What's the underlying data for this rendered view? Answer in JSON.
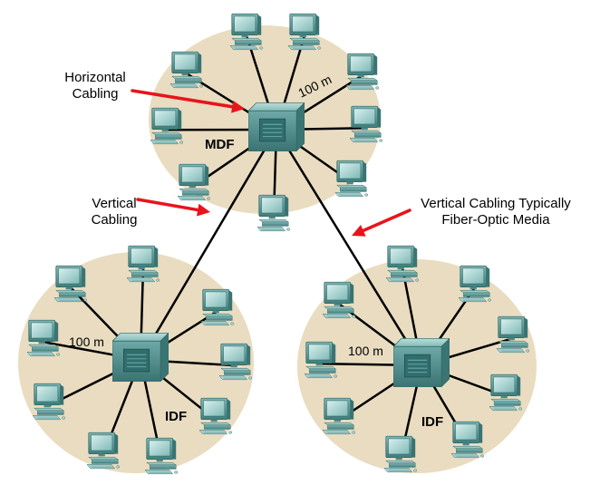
{
  "labels": {
    "horizontal_cabling": [
      "Horizontal",
      "Cabling"
    ],
    "vertical_cabling": [
      "Vertical",
      "Cabling"
    ],
    "vertical_cabling_fiber": [
      "Vertical Cabling Typically",
      "Fiber-Optic Media"
    ]
  },
  "closets": [
    {
      "name": "MDF",
      "distance_label": "100 m"
    },
    {
      "name": "IDF",
      "distance_label": "100 m"
    },
    {
      "name": "IDF",
      "distance_label": "100 m"
    }
  ],
  "colors": {
    "zone": "#e9dcc0",
    "arrow": "#e8141c",
    "cable": "#000000",
    "device": "#5f9ea0"
  },
  "icons": {
    "hub": "wiring-closet-hub-icon",
    "workstation": "workstation-icon",
    "arrow": "pointer-arrow-icon"
  }
}
